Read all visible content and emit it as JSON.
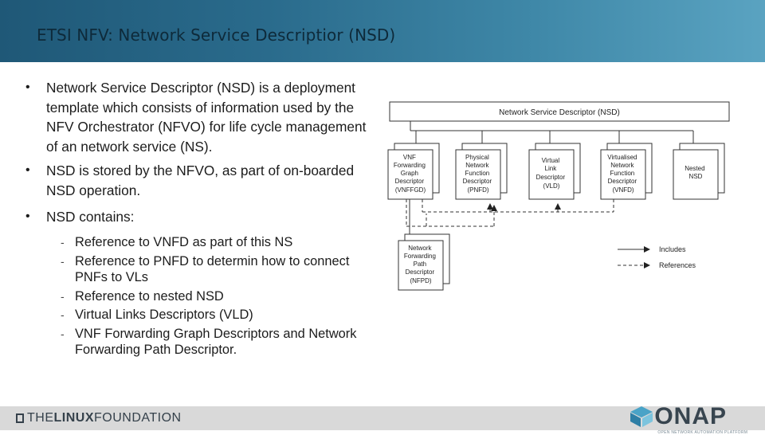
{
  "slide": {
    "title": "ETSI NFV: Network Service Descriptior (NSD)"
  },
  "bullets": [
    {
      "text": "Network Service Descriptor (NSD) is a deployment template which consists of information used by the NFV Orchestrator (NFVO) for life cycle management of an network service (NS)."
    },
    {
      "text": "NSD is stored by the NFVO, as part of on-boarded NSD operation."
    },
    {
      "text": "NSD contains:"
    }
  ],
  "sub_items": [
    {
      "text": "Reference to VNFD as part of this NS"
    },
    {
      "text": "Reference to PNFD to determin how to connect PNFs to VLs"
    },
    {
      "text": "Reference to nested NSD"
    },
    {
      "text": "Virtual Links Descriptors (VLD)"
    },
    {
      "text": "VNF Forwarding Graph Descriptors and Network Forwarding Path Descriptor."
    }
  ],
  "diagram": {
    "nsd_label": "Network Service Descriptor (NSD)",
    "boxes": [
      {
        "lines": [
          "VNF",
          "Forwarding",
          "Graph",
          "Descriptor",
          "(VNFFGD)"
        ]
      },
      {
        "lines": [
          "Physical",
          "Network",
          "Function",
          "Descriptor",
          "(PNFD)"
        ]
      },
      {
        "lines": [
          "Virtual",
          "Link",
          "Descriptor",
          "(VLD)"
        ]
      },
      {
        "lines": [
          "Virtualised",
          "Network",
          "Function",
          "Descriptor",
          "(VNFD)"
        ]
      },
      {
        "lines": [
          "Nested",
          "NSD"
        ]
      }
    ],
    "nfpd": {
      "lines": [
        "Network",
        "Forwarding",
        "Path",
        "Descriptor",
        "(NFPD)"
      ]
    },
    "legend": {
      "includes": "Includes",
      "references": "References"
    }
  },
  "footer": {
    "lf_prefix": "THE",
    "lf_bold": "LINUX",
    "lf_suffix": " FOUNDATION",
    "onap_name": "ONAP",
    "onap_tagline": "OPEN NETWORK AUTOMATION PLATFORM"
  }
}
